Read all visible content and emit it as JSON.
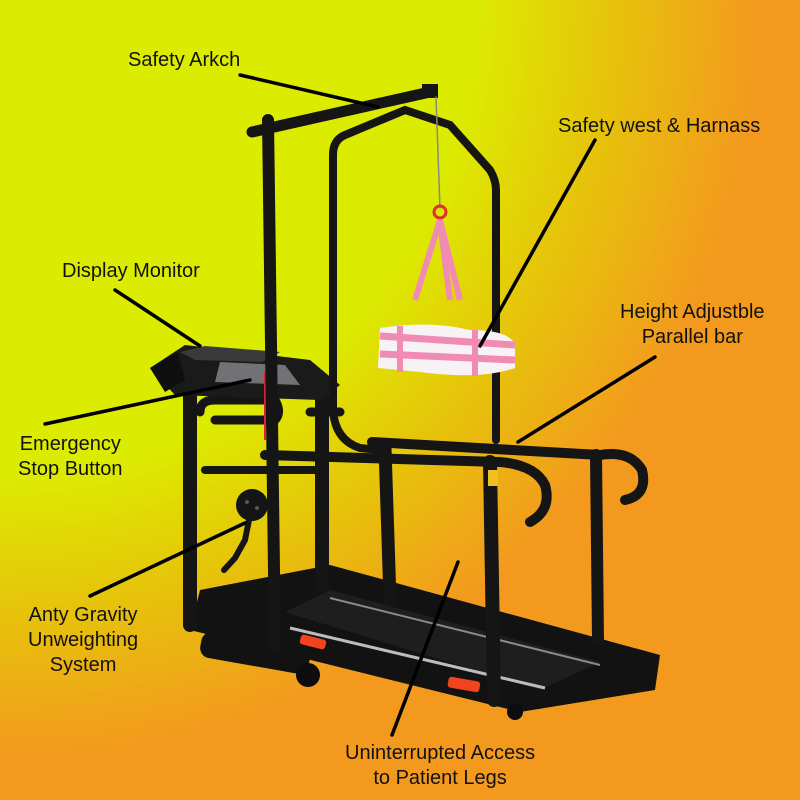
{
  "diagram": {
    "subject": "Anti-gravity rehabilitation treadmill with overhead safety arch",
    "background": {
      "primary": "#dcec00",
      "corner_gradient_to": "#f39a1e"
    },
    "colors": {
      "frame": "#151515",
      "harness_pink": "#f08cb4",
      "harness_white": "#f7f2f4",
      "accent_red": "#f0431e",
      "leader_line": "#000000"
    },
    "callouts": [
      {
        "id": "safety-arch",
        "lines": [
          "Safety Arkch"
        ]
      },
      {
        "id": "safety-vest-harness",
        "lines": [
          "Safety west & Harnass"
        ]
      },
      {
        "id": "display-monitor",
        "lines": [
          "Display Monitor"
        ]
      },
      {
        "id": "height-adjustable-parallel-bar",
        "lines": [
          "Height Adjustble",
          "Parallel bar"
        ]
      },
      {
        "id": "emergency-stop-button",
        "lines": [
          "Emergency",
          "Stop Button"
        ]
      },
      {
        "id": "anti-gravity-unweighting-system",
        "lines": [
          "Anty Gravity",
          "Unweighting",
          "System"
        ]
      },
      {
        "id": "uninterrupted-access",
        "lines": [
          "Uninterrupted Access",
          "to Patient Legs"
        ]
      }
    ]
  }
}
